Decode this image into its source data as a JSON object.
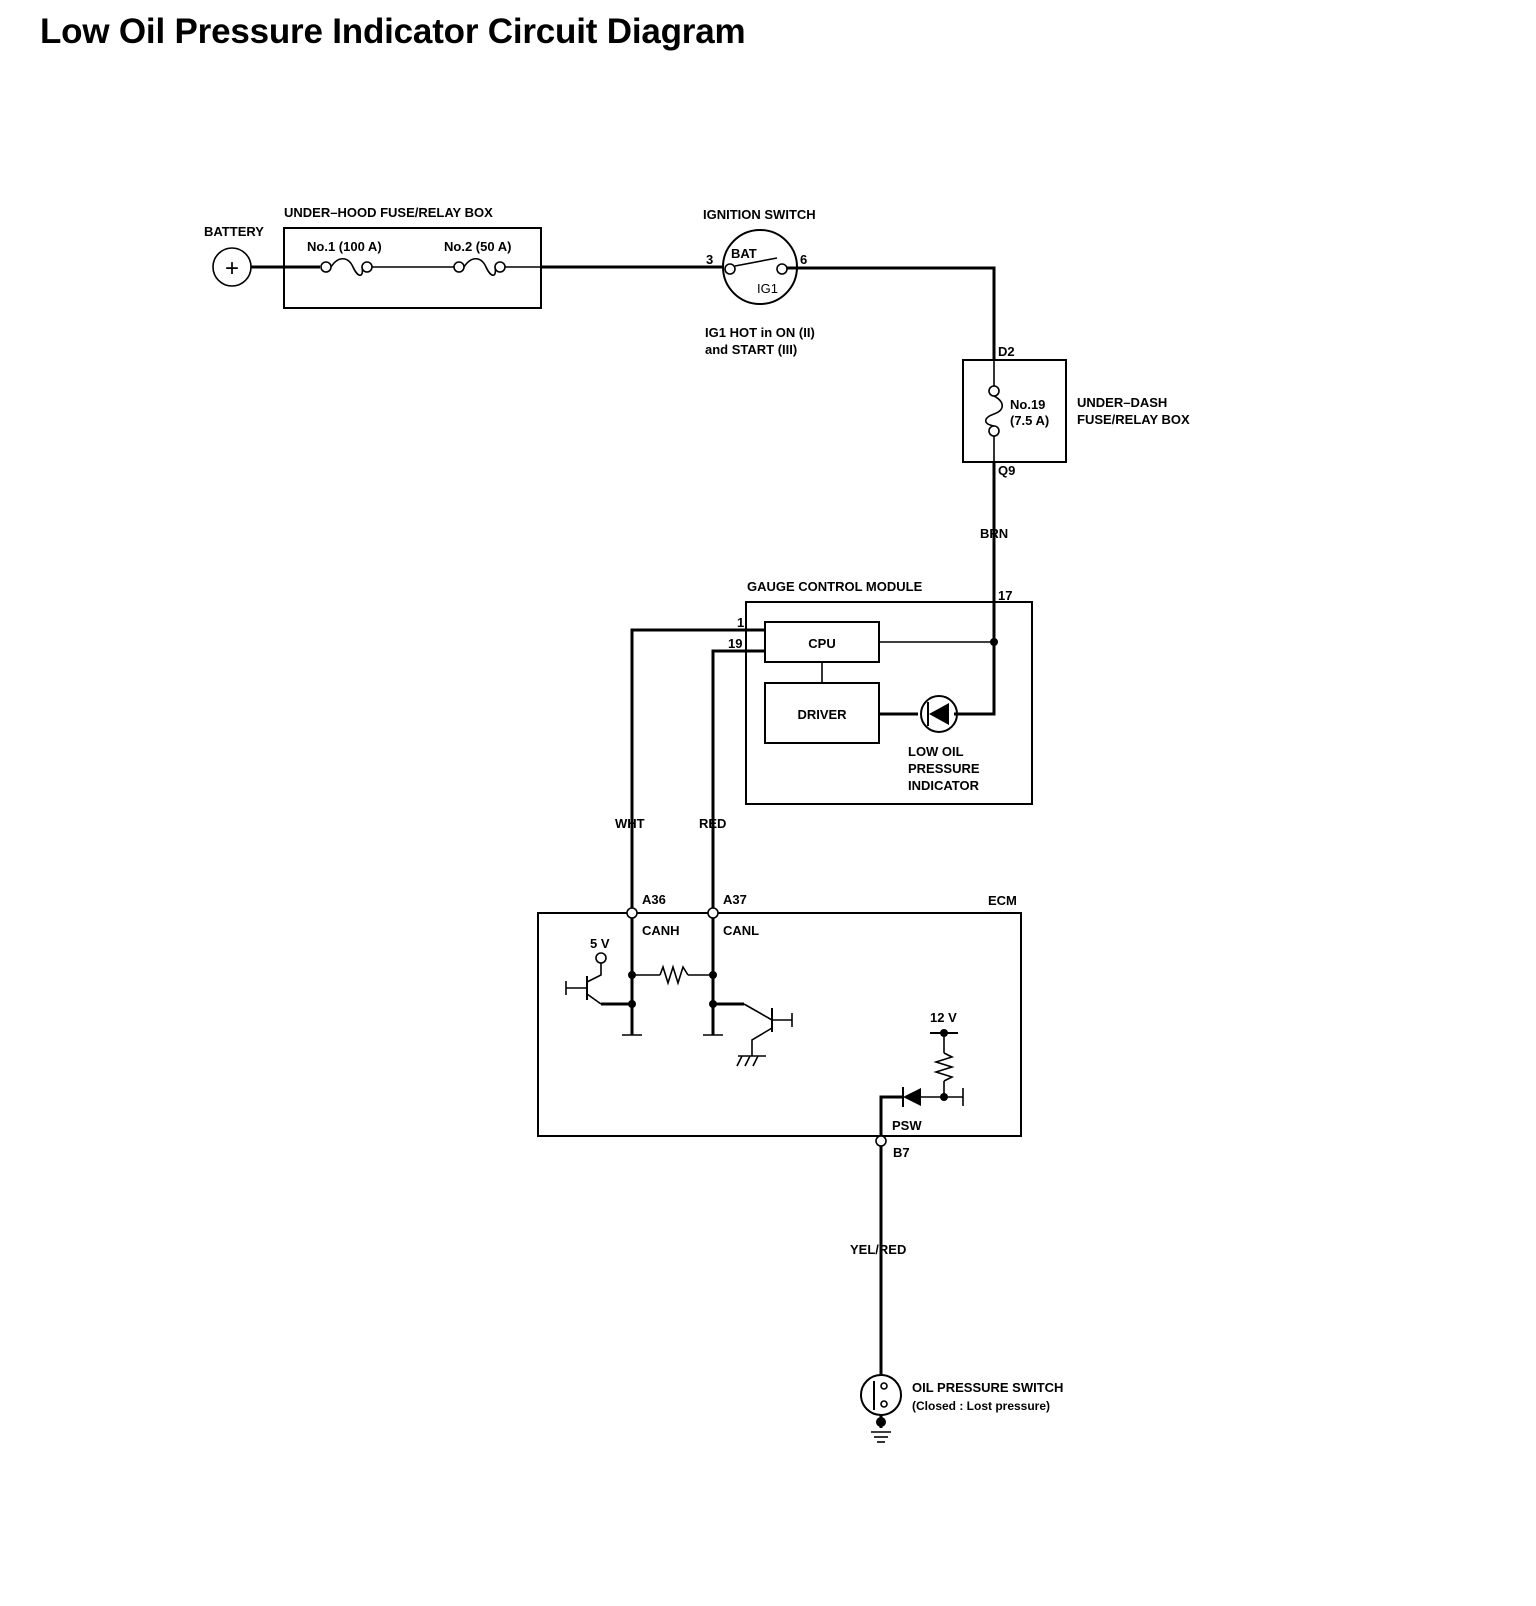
{
  "title": "Low Oil Pressure Indicator Circuit Diagram",
  "colors": {
    "ink": "#000000",
    "paper": "#ffffff"
  },
  "battery": {
    "label": "BATTERY",
    "symbol": "+"
  },
  "underhood_box": {
    "label": "UNDER–HOOD FUSE/RELAY BOX",
    "fuse1": "No.1 (100 A)",
    "fuse2": "No.2 (50 A)"
  },
  "ignition_switch": {
    "label": "IGNITION SWITCH",
    "pin_in": "3",
    "pin_out": "6",
    "bat": "BAT",
    "ig1": "IG1",
    "note_line1": "IG1 HOT in ON (II)",
    "note_line2": "and START (III)"
  },
  "underdash_box": {
    "label_line1": "UNDER–DASH",
    "label_line2": "FUSE/RELAY BOX",
    "pin_in": "D2",
    "pin_out": "Q9",
    "fuse_line1": "No.19",
    "fuse_line2": "(7.5 A)"
  },
  "wires": {
    "brn": "BRN",
    "wht": "WHT",
    "red": "RED",
    "yel_red": "YEL/RED"
  },
  "gauge_module": {
    "label": "GAUGE CONTROL MODULE",
    "pin_power": "17",
    "pin_1": "1",
    "pin_19": "19",
    "cpu": "CPU",
    "driver": "DRIVER",
    "indicator_line1": "LOW OIL",
    "indicator_line2": "PRESSURE",
    "indicator_line3": "INDICATOR"
  },
  "ecm": {
    "label": "ECM",
    "pin_a36": "A36",
    "pin_a37": "A37",
    "canh": "CANH",
    "canl": "CANL",
    "v5": "5 V",
    "v12": "12 V",
    "psw": "PSW",
    "pin_b7": "B7"
  },
  "oil_switch": {
    "label_line1": "OIL PRESSURE SWITCH",
    "label_line2": "(Closed : Lost pressure)"
  }
}
